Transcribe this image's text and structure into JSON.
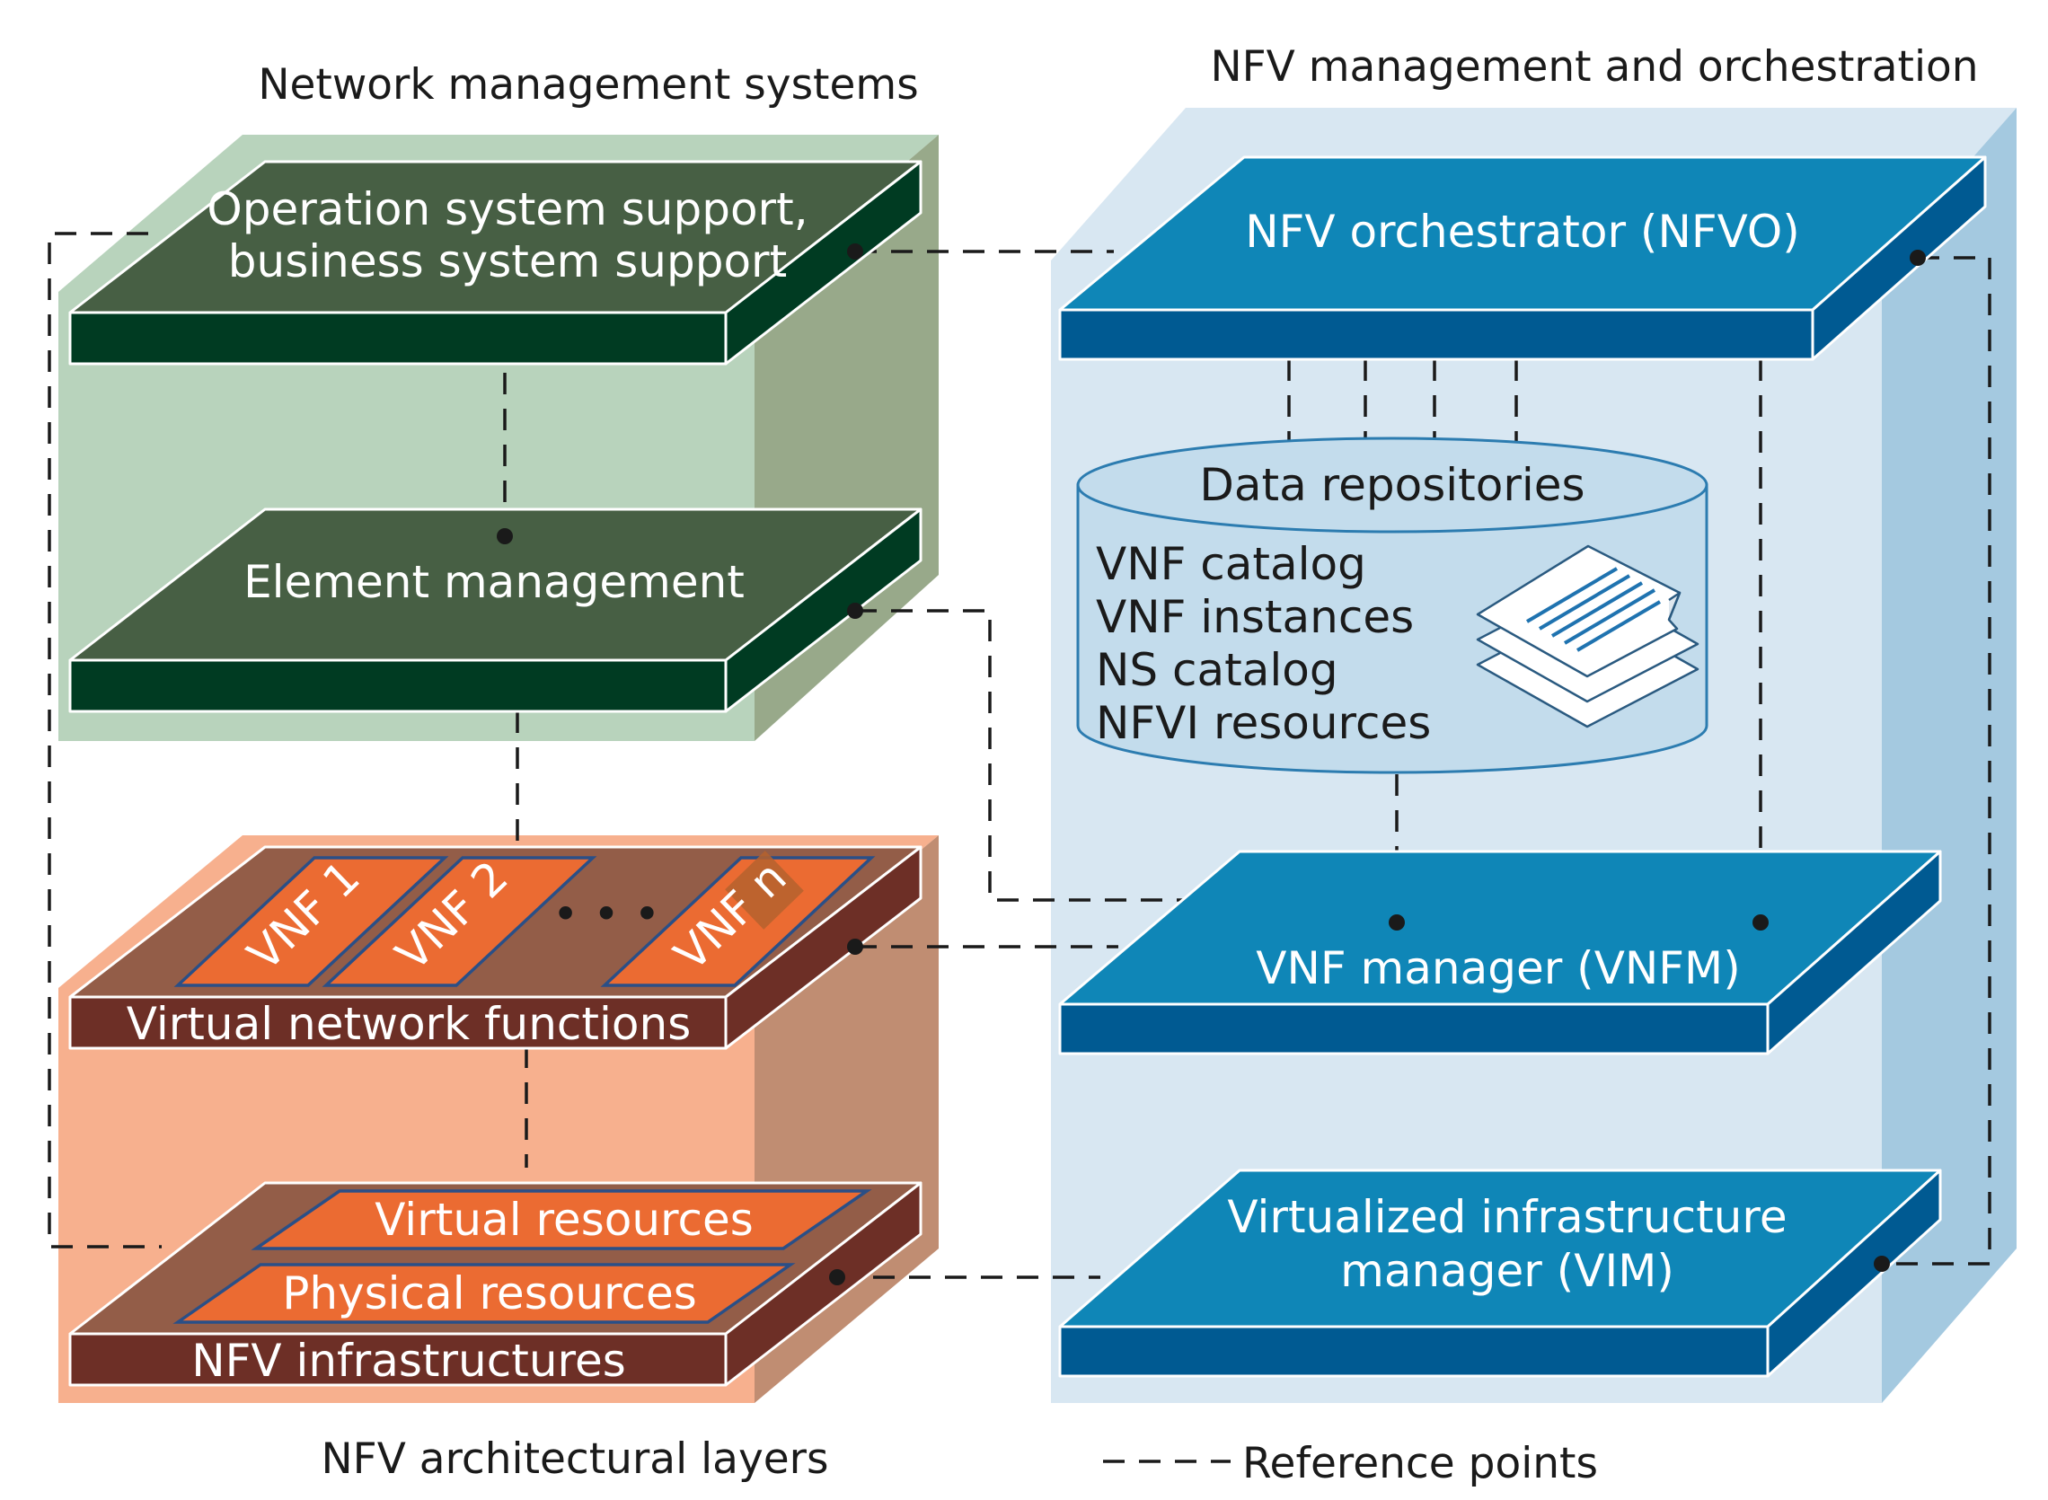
{
  "titles": {
    "network_management_systems": "Network management systems",
    "nfv_mano": "NFV management and orchestration",
    "nfv_architectural_layers": "NFV architectural layers",
    "reference_points": "Reference points"
  },
  "layers": {
    "oss_bss": {
      "line1": "Operation system support,",
      "line2": "business system support"
    },
    "element_management": "Element management",
    "vnf_layer": "Virtual network functions",
    "vnf_items": [
      "VNF 1",
      "VNF 2",
      "VNF n"
    ],
    "ellipsis": "• • •",
    "virtual_resources": "Virtual resources",
    "physical_resources": "Physical resources",
    "nfv_infrastructures": "NFV infrastructures"
  },
  "mano": {
    "nfvo": "NFV orchestrator (NFVO)",
    "repo_title": "Data repositories",
    "repo_items": [
      "VNF catalog",
      "VNF instances",
      "NS catalog",
      "NFVI resources"
    ],
    "vnfm": "VNF manager (VNFM)",
    "vim": {
      "line1": "Virtualized infrastructure",
      "line2": "manager (VIM)"
    }
  },
  "colors": {
    "green_dark": "#475f44",
    "green_edge": "#003b22",
    "green_box": "#b8d3bc",
    "green_box_side": "#98a98a",
    "brown_top": "#935d48",
    "brown_edge": "#6d2f26",
    "orange_box": "#f7b08e",
    "orange_box_side": "#c08d72",
    "vnf_orange": "#eb6b32",
    "vnf_outline": "#2a4f87",
    "blue_top": "#0f86b7",
    "blue_edge": "#005a92",
    "blue_box": "#d8e7f2",
    "blue_box_side": "#a4c9e0",
    "repo_fill": "#c3dcec",
    "repo_outline": "#2c7cb0"
  }
}
